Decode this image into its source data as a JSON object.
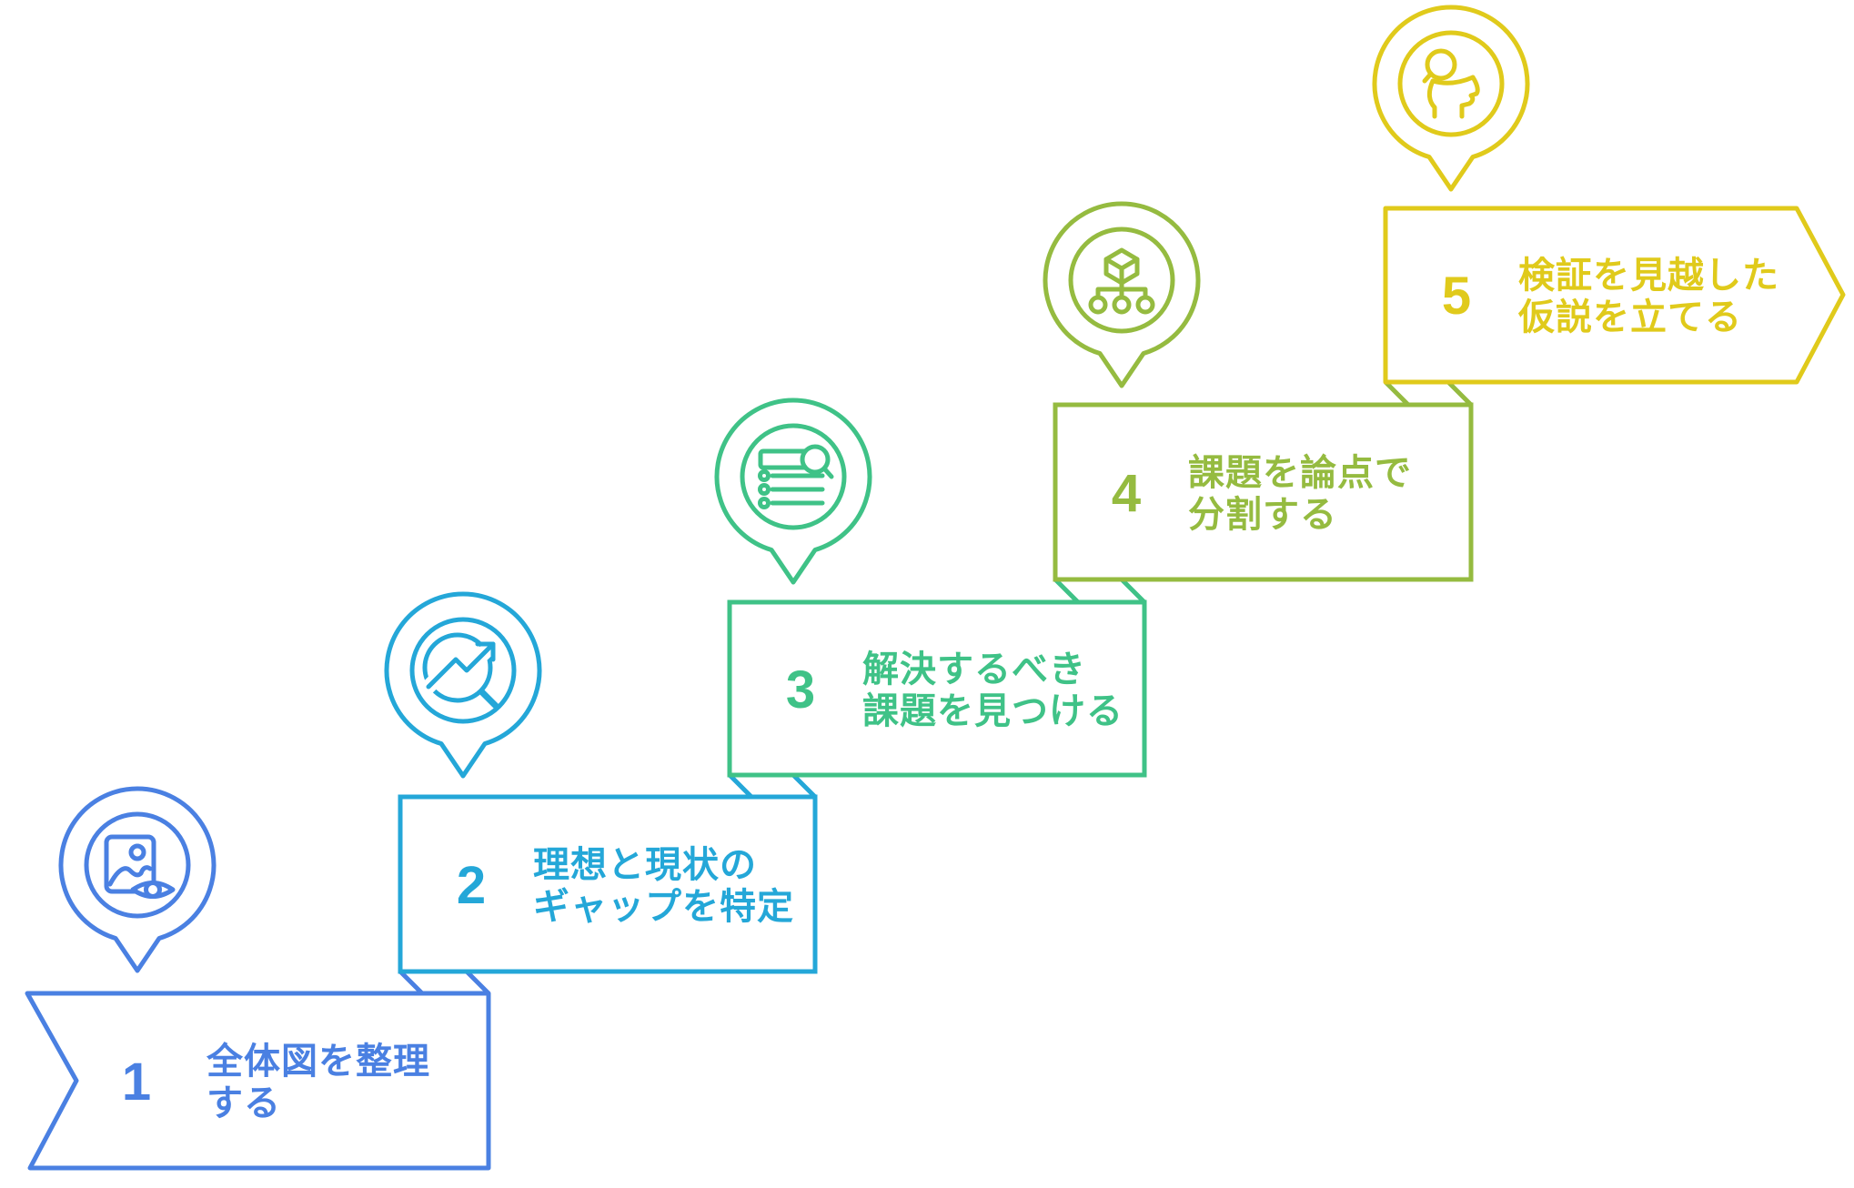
{
  "background_color": "#FFFFFF",
  "steps": [
    {
      "number": "1",
      "title_line1": "全体図を整理",
      "title_line2": "する",
      "color": "#4A80E2",
      "icon": "image-preview-icon"
    },
    {
      "number": "2",
      "title_line1": "理想と現状の",
      "title_line2": "ギャップを特定",
      "color": "#24A7D8",
      "icon": "trend-search-icon"
    },
    {
      "number": "3",
      "title_line1": "解決するべき",
      "title_line2": "課題を見つける",
      "color": "#3FC287",
      "icon": "list-search-icon"
    },
    {
      "number": "4",
      "title_line1": "課題を論点で",
      "title_line2": "分割する",
      "color": "#95BB40",
      "icon": "cube-hierarchy-icon"
    },
    {
      "number": "5",
      "title_line1": "検証を見越した",
      "title_line2": "仮説を立てる",
      "color": "#E0CA1B",
      "icon": "head-magnifier-icon"
    }
  ]
}
